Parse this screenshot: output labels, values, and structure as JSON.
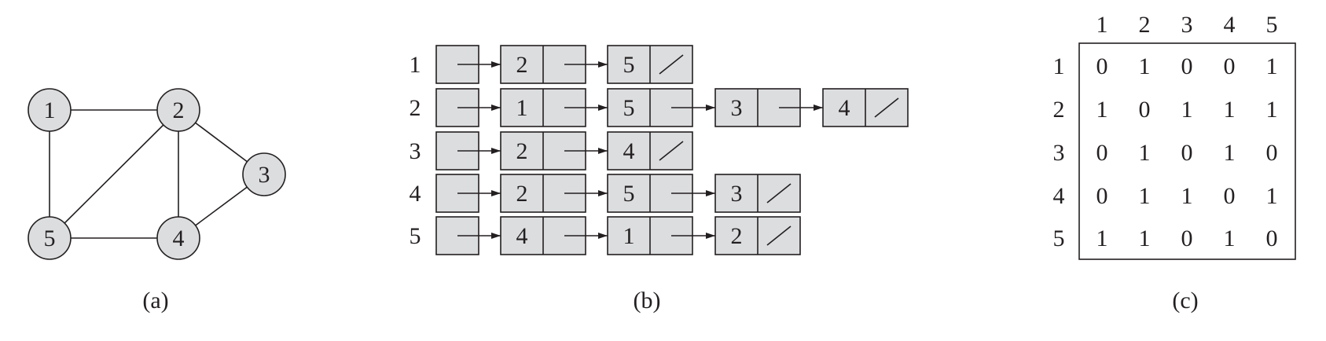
{
  "graph": {
    "vertices": [
      {
        "id": "1",
        "label": "1"
      },
      {
        "id": "2",
        "label": "2"
      },
      {
        "id": "3",
        "label": "3"
      },
      {
        "id": "4",
        "label": "4"
      },
      {
        "id": "5",
        "label": "5"
      }
    ],
    "edges": [
      [
        "1",
        "2"
      ],
      [
        "1",
        "5"
      ],
      [
        "2",
        "5"
      ],
      [
        "2",
        "4"
      ],
      [
        "2",
        "3"
      ],
      [
        "3",
        "4"
      ],
      [
        "4",
        "5"
      ]
    ],
    "caption": "(a)"
  },
  "adjacency_list": {
    "caption": "(b)",
    "rows": [
      {
        "vertex": "1",
        "neighbors": [
          "2",
          "5"
        ]
      },
      {
        "vertex": "2",
        "neighbors": [
          "1",
          "5",
          "3",
          "4"
        ]
      },
      {
        "vertex": "3",
        "neighbors": [
          "2",
          "4"
        ]
      },
      {
        "vertex": "4",
        "neighbors": [
          "2",
          "5",
          "3"
        ]
      },
      {
        "vertex": "5",
        "neighbors": [
          "4",
          "1",
          "2"
        ]
      }
    ]
  },
  "adjacency_matrix": {
    "caption": "(c)",
    "column_headers": [
      "1",
      "2",
      "3",
      "4",
      "5"
    ],
    "row_headers": [
      "1",
      "2",
      "3",
      "4",
      "5"
    ],
    "cells": [
      [
        "0",
        "1",
        "0",
        "0",
        "1"
      ],
      [
        "1",
        "0",
        "1",
        "1",
        "1"
      ],
      [
        "0",
        "1",
        "0",
        "1",
        "0"
      ],
      [
        "0",
        "1",
        "1",
        "0",
        "1"
      ],
      [
        "1",
        "1",
        "0",
        "1",
        "0"
      ]
    ]
  }
}
